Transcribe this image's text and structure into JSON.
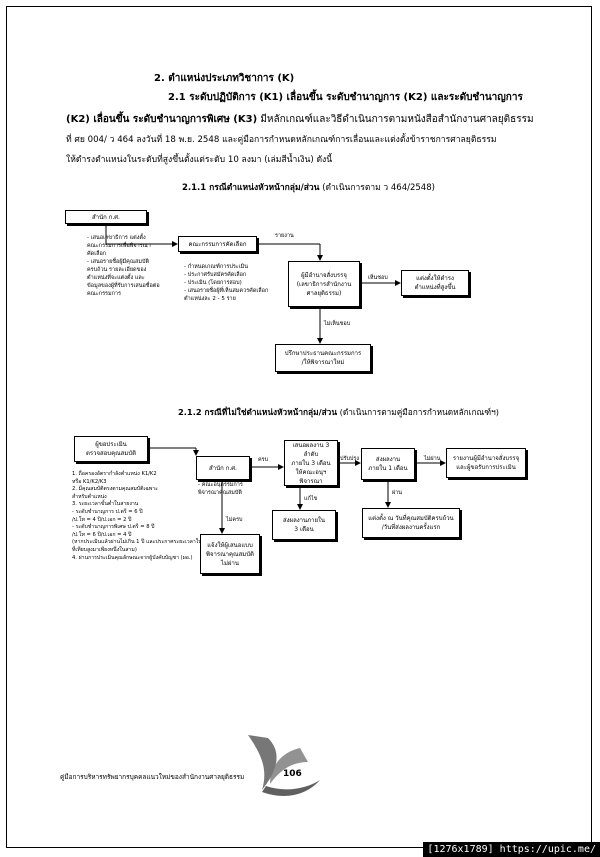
{
  "heading": {
    "section_title": "2. ตำแหน่งประเภทวิชาการ (K)",
    "sub_title_line1": "2.1 ระดับปฏิบัติการ (K1) เลื่อนขึ้น ระดับชำนาญการ (K2)    และระดับชำนาญการ",
    "sub_title_line2_bold": "(K2) เลื่อนขึ้น ระดับชำนาญการพิเศษ (K3)",
    "sub_title_line2_rest": " มีหลักเกณฑ์และวิธีดำเนินการตามหนังสือสำนักงานศาลยุติธรรม",
    "para_line3": "ที่ ศย 004/ ว 464 ลงวันที่ 18 พ.ย. 2548 และคู่มือการกำหนดหลักเกณฑ์การเลื่อนและแต่งตั้งข้าราชการศาลยุติธรรม",
    "para_line4": "ให้ดำรงตำแหน่งในระดับที่สูงขึ้นตั้งแต่ระดับ 10 ลงมา (เล่มสีน้ำเงิน) ดังนี้"
  },
  "section_211": {
    "title_bold": "2.1.1 กรณีตำแหน่งหัวหน้ากลุ่ม/ส่วน",
    "title_rest": " (ดำเนินการตาม ว 464/2548)"
  },
  "flow1": {
    "box_office": "สำนัก ก.ศ.",
    "notes_office": [
      "- เสนอเลขาธิการ แต่งตั้ง",
      "  คณะกรรมการเพื่อพิจารณา",
      "  คัดเลือก",
      "- เสนอรายชื่อผู้มีคุณสมบัติ",
      "  ครบถ้วน รายละเอียดของ",
      "  ตำแหน่งที่จะแต่งตั้ง และ",
      "  ข้อมูลของผู้ที่รับการเสนอชื่อต่อ",
      "  คณะกรรมการ"
    ],
    "box_committee": "คณะกรรมการคัดเลือก",
    "notes_committee": [
      "- กำหนดเกณฑ์การประเมิน",
      "- ประกาศรับสมัครคัดเลือก",
      "- ประเมิน (โดยการสอบ)",
      "- เสนอรายชื่อผู้ที่เห็นสมควรคัดเลือก",
      "  ตำแหน่งละ 2 - 5 ราย"
    ],
    "label_report": "รายงาน",
    "box_appointing": "ผู้มีอำนาจสั่งบรรจุ\n(เลขาธิการสำนักงาน\nศาลยุติธรรม)",
    "label_approve": "เห็นชอบ",
    "box_appoint": "แต่งตั้งให้ดำรง\nตำแหน่งที่สูงขึ้น",
    "label_disapprove": "ไม่เห็นชอบ",
    "box_consult": "ปรึกษาประธานคณะกรรมการ\n/ให้พิจารณาใหม่"
  },
  "section_212": {
    "title_bold": "2.1.2 กรณีที่ไม่ใช่ตำแหน่งหัวหน้ากลุ่ม/ส่วน",
    "title_rest": " (ดำเนินการตามคู่มือการกำหนดหลักเกณฑ์ฯ)"
  },
  "flow2": {
    "box_evaluator": "ผู้ขอประเมิน\nตรวจสอบคุณสมบัติ",
    "notes_evaluator": [
      "1. ถือครองอัตรากำลังตำแหน่ง K1/K2",
      "   หรือ K1/K2/K3",
      "2. มีคุณสมบัติตรงตามคุณสมบัติเฉพาะ",
      "   สำหรับตำแหน่ง",
      "3. ระยะเวลาขั้นต่ำในสายงาน",
      "   - ระดับชำนาญการ ป.ตรี = 6 ปี",
      "     /ป.โท = 4 ปี/ป.เอก = 2 ปี",
      "   - ระดับชำนาญการพิเศษ ป.ตรี = 8 ปี",
      "     /ป.โท = 6 ปี/ป.เอก = 4 ปี",
      "(หากประเมินแล้วผ่านไม่เกิน 1 ปี และประกาศระยะเวลาในสายงาน",
      "ที่เทียบสูงมาเพียงหนึ่งในสาม)",
      "4. ผ่านการประเมินคุณลักษณะจากผู้บังคับบัญชา (ผอ.)"
    ],
    "box_office": "สำนัก ก.ศ.",
    "notes_office": [
      "- คณะอนุกรรมการ",
      "  พิจารณาคุณสมบัติ"
    ],
    "label_complete": "ครบ",
    "label_incomplete": "ไม่ครบ",
    "box_notify": "แจ้งให้ผู้เสนอแบบ\nพิจารณาคุณสมบัติ\nไม่ผ่าน",
    "box_submit": "เสนอผลงาน 3 ลำดับ\nภายใน 3 เดือน\nให้คณะอนุฯ พิจารณา",
    "label_fix": "แก้ไข",
    "box_submit_fix": "ส่งผลงานภายใน\n3 เดือน",
    "label_revise": "ปรับปรุง",
    "box_review": "ส่งผลงาน\nภายใน 1 เดือน",
    "label_notpass": "ไม่ผ่าน",
    "box_report": "รายงานผู้มีอำนาจสั่งบรรจุ\nและผู้ขอรับการประเมิน",
    "label_pass": "ผ่าน",
    "box_appoint": "แต่งตั้ง ณ วันที่คุณสมบัติครบถ้วน\n/วันที่ส่งผลงานครั้งแรก"
  },
  "footer": {
    "text": "คู่มือการบริหารทรัพยากรบุคคลแนวใหม่ของสำนักงานศาลยุติธรรม",
    "page_number": "106",
    "stamp": "[1276x1789] https://upic.me/"
  }
}
